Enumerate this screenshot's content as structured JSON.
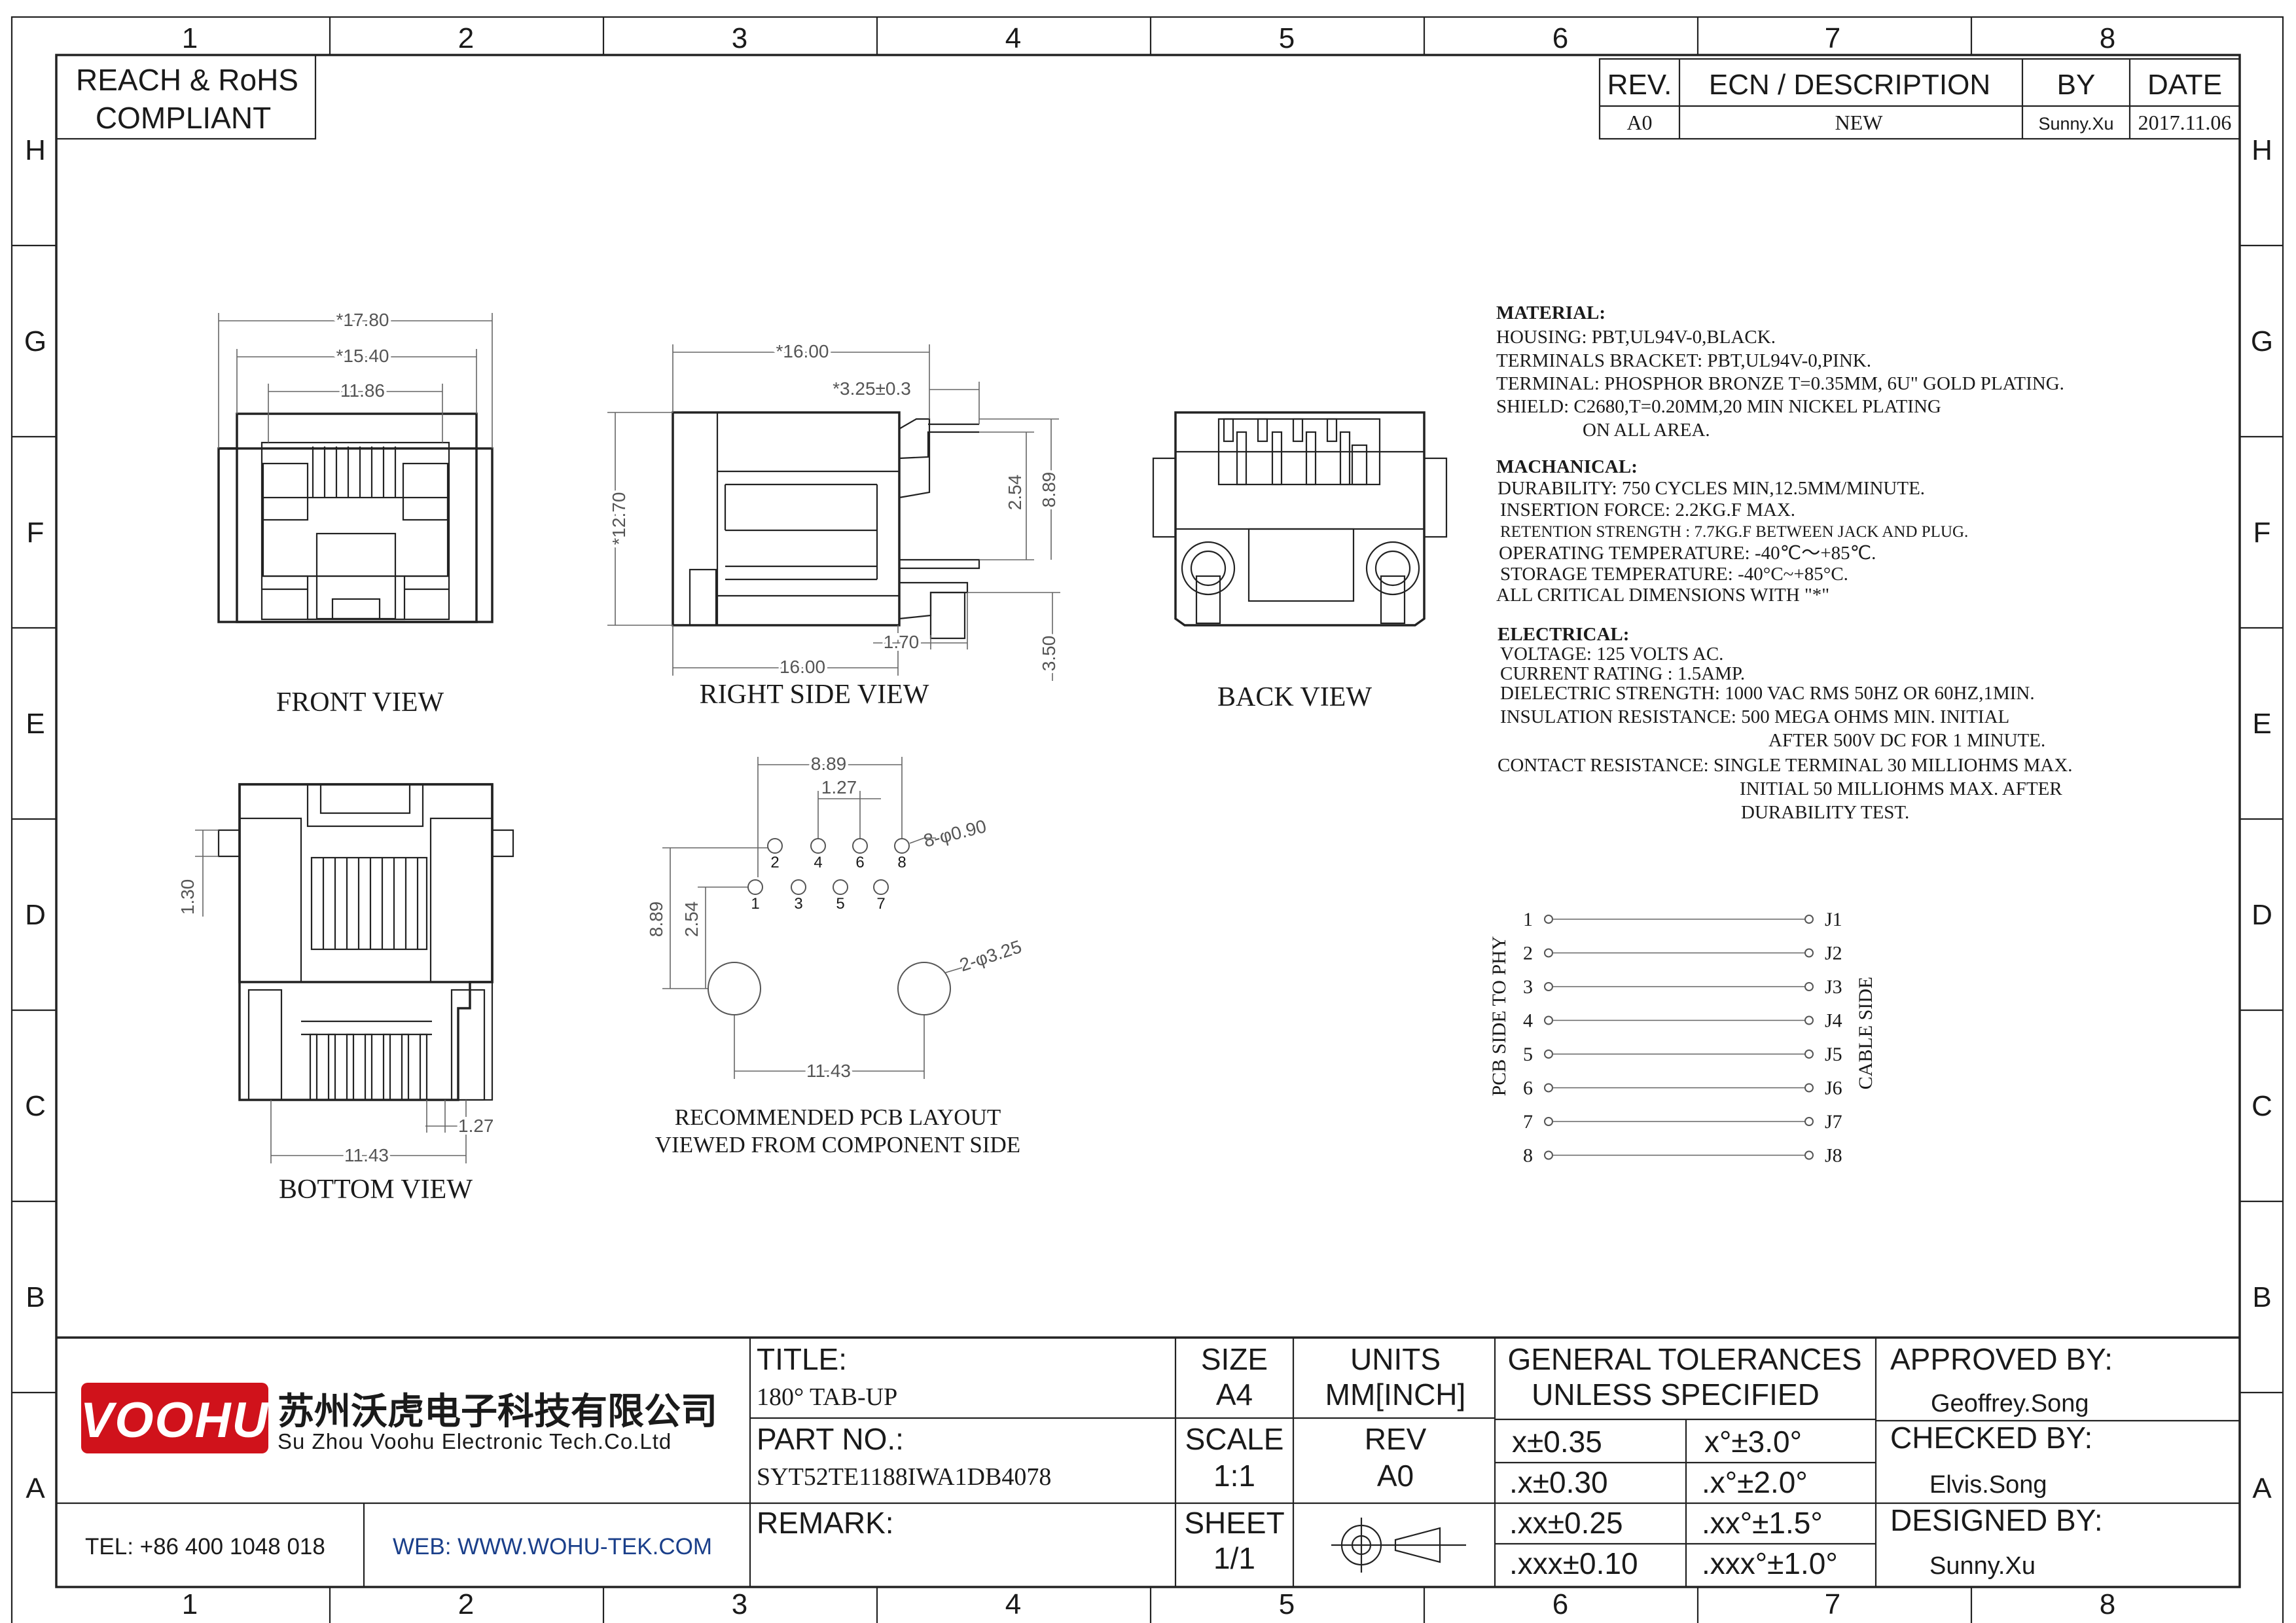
{
  "grid": {
    "columns": [
      "1",
      "2",
      "3",
      "4",
      "5",
      "6",
      "7",
      "8"
    ],
    "rows": [
      "H",
      "G",
      "F",
      "E",
      "D",
      "C",
      "B",
      "A"
    ]
  },
  "compliance": {
    "line1": "REACH & RoHS",
    "line2": "COMPLIANT"
  },
  "revision_table": {
    "headers": {
      "rev": "REV.",
      "ecn": "ECN / DESCRIPTION",
      "by": "BY",
      "date": "DATE"
    },
    "row": {
      "rev": "A0",
      "ecn": "NEW",
      "by": "Sunny.Xu",
      "date": "2017.11.06"
    }
  },
  "views": {
    "front": {
      "title": "FRONT VIEW",
      "dims": {
        "overall": "*17.80",
        "inner": "*15.40",
        "opening": "11.86"
      }
    },
    "right_side": {
      "title": "RIGHT SIDE VIEW",
      "dims": {
        "top_len": "*16.00",
        "tab": "*3.25±0.3",
        "height": "*12.70",
        "pin_pitch": "2.54",
        "pin_span": "8.89",
        "pin_off": "1.70",
        "bottom_len": "16.00",
        "leg": "3.50"
      }
    },
    "back": {
      "title": "BACK VIEW"
    },
    "bottom": {
      "title": "BOTTOM VIEW",
      "dims": {
        "post": "1.30",
        "pitch": "1.27",
        "span": "11.43"
      }
    },
    "pcb": {
      "title1": "RECOMMENDED PCB LAYOUT",
      "title2": "VIEWED FROM COMPONENT SIDE",
      "dims": {
        "span": "8.89",
        "pitch": "1.27",
        "holes": "8-φ0.90",
        "height": "8.89",
        "row": "2.54",
        "posts": "2-φ3.25",
        "post_span": "11.43"
      },
      "pins_top": [
        "2",
        "4",
        "6",
        "8"
      ],
      "pins_bottom": [
        "1",
        "3",
        "5",
        "7"
      ]
    }
  },
  "specs": {
    "material": {
      "heading": "MATERIAL:",
      "lines": [
        "HOUSING: PBT,UL94V-0,BLACK.",
        "TERMINALS BRACKET: PBT,UL94V-0,PINK.",
        "TERMINAL: PHOSPHOR BRONZE T=0.35MM, 6U\" GOLD PLATING.",
        "SHIELD: C2680,T=0.20MM,20 MIN NICKEL PLATING",
        "ON ALL AREA."
      ]
    },
    "mechanical": {
      "heading": "MACHANICAL:",
      "lines": [
        "DURABILITY: 750 CYCLES MIN,12.5MM/MINUTE.",
        "INSERTION FORCE: 2.2KG.F MAX.",
        "RETENTION STRENGTH : 7.7KG.F BETWEEN JACK AND PLUG.",
        "OPERATING TEMPERATURE: -40℃～+85℃.",
        "STORAGE TEMPERATURE: -40°C~+85°C.",
        "ALL CRITICAL DIMENSIONS WITH \"*\""
      ]
    },
    "electrical": {
      "heading": "ELECTRICAL:",
      "lines": [
        "VOLTAGE: 125 VOLTS AC.",
        "CURRENT RATING : 1.5AMP.",
        "DIELECTRIC STRENGTH: 1000 VAC RMS 50HZ OR 60HZ,1MIN.",
        "INSULATION RESISTANCE: 500 MEGA OHMS MIN. INITIAL",
        "AFTER 500V DC FOR 1 MINUTE.",
        "CONTACT RESISTANCE: SINGLE TERMINAL 30 MILLIOHMS MAX.",
        "INITIAL 50 MILLIOHMS MAX. AFTER",
        "DURABILITY TEST."
      ]
    }
  },
  "schematic": {
    "left_label": "PCB SIDE TO PHY",
    "right_label": "CABLE SIDE",
    "left_pins": [
      "1",
      "2",
      "3",
      "4",
      "5",
      "6",
      "7",
      "8"
    ],
    "right_pins": [
      "J1",
      "J2",
      "J3",
      "J4",
      "J5",
      "J6",
      "J7",
      "J8"
    ]
  },
  "title_block": {
    "logo": "VOOHU",
    "company_cn": "苏州沃虎电子科技有限公司",
    "company_en": "Su Zhou Voohu Electronic Tech.Co.Ltd",
    "tel": "TEL: +86 400 1048 018",
    "web": "WEB: WWW.WOHU-TEK.COM",
    "title_label": "TITLE:",
    "title_value": "180° TAB-UP",
    "part_label": "PART NO.:",
    "part_value": "SYT52TE1188IWA1DB4078",
    "remark_label": "REMARK:",
    "size_label": "SIZE",
    "size_value": "A4",
    "units_label": "UNITS",
    "units_value": "MM[INCH]",
    "scale_label": "SCALE",
    "scale_value": "1:1",
    "rev_label": "REV",
    "rev_value": "A0",
    "sheet_label": "SHEET",
    "sheet_value": "1/1",
    "tol_heading1": "GENERAL TOLERANCES",
    "tol_heading2": "UNLESS SPECIFIED",
    "tolerances": [
      [
        "x±0.35",
        "x°±3.0°"
      ],
      [
        ".x±0.30",
        ".x°±2.0°"
      ],
      [
        ".xx±0.25",
        ".xx°±1.5°"
      ],
      [
        ".xxx±0.10",
        ".xxx°±1.0°"
      ]
    ],
    "approved_label": "APPROVED BY:",
    "approved_value": "Geoffrey.Song",
    "checked_label": "CHECKED BY:",
    "checked_value": "Elvis.Song",
    "designed_label": "DESIGNED BY:",
    "designed_value": "Sunny.Xu"
  },
  "colors": {
    "logo_red": "#d0121b",
    "line": "#222222",
    "web_text": "#1a3f8a"
  }
}
